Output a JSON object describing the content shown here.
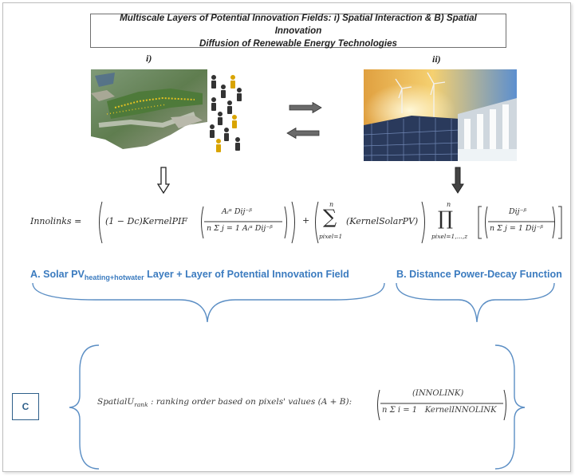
{
  "title": {
    "line1": "Multiscale Layers of Potential Innovation Fields: i) Spatial Interaction & B) Spatial Innovation",
    "line2": "Diffusion of Renewable Energy Technologies"
  },
  "panels": {
    "left_label": "i)",
    "right_label": "ii)"
  },
  "formula": {
    "lhs": "Innolinks = ",
    "t1_open": "(1 − Dc)KernelPIF",
    "t1_num": "Aᵢᵅ Dij⁻ᵝ",
    "t1_den": "n Σ j = 1 Aᵢᵅ Dij⁻ᵝ",
    "plus": "+",
    "sum_upper": "n",
    "sum_lower": "pixel=1",
    "sum_term": "(KernelSolarPV)",
    "prod_upper": "n",
    "prod_lower": "pixel=1,...,z",
    "t3_num": "Dij⁻ᵝ",
    "t3_den": "n Σ j = 1 Dij⁻ᵝ"
  },
  "layers": {
    "a_prefix": "A. Solar PV",
    "a_sub": "heating+hotwater",
    "a_suffix": " Layer + Layer of Potential Innovation Field",
    "b_label": "B. Distance Power-Decay Function"
  },
  "section_c": {
    "box_label": "C",
    "spatial": "SpatialU",
    "spatial_sub": "rank",
    "desc": " : ranking order based on pixels' values (A + B):",
    "num": "(INNOLINK)",
    "den": "n Σ i = 1   KernelINNOLINK"
  },
  "colors": {
    "label_blue": "#3b7bbf",
    "brace_blue": "#5b8ec4",
    "c_box": "#2e5f8a"
  }
}
